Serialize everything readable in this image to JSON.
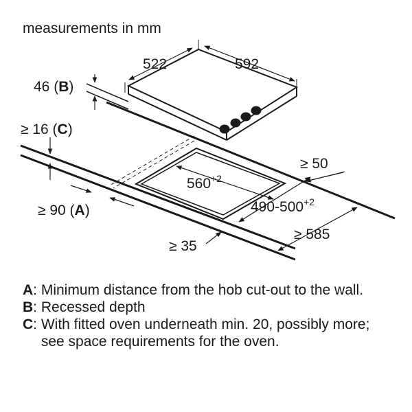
{
  "header": {
    "units": "measurements in mm"
  },
  "dimensions": {
    "hob_depth": "522",
    "hob_width": "592",
    "recessed_depth_value": "46 (",
    "recessed_depth_key": "B",
    "recessed_depth_close": ")",
    "worktop_value": "≥ 16 (",
    "worktop_key": "C",
    "worktop_close": ")",
    "wall_value": "≥ 90 (",
    "wall_key": "A",
    "wall_close": ")",
    "cutout_width": "560",
    "cutout_width_tol": "+2",
    "cutout_depth": "490-500",
    "cutout_depth_tol": "+2",
    "rear_gap": "≥ 50",
    "front_gap": "≥ 35",
    "worktop_depth": "≥ 585"
  },
  "legend": [
    {
      "key": "A",
      "text": "Minimum distance from the hob cut-out to the wall."
    },
    {
      "key": "B",
      "text": "Recessed depth"
    },
    {
      "key": "C",
      "text": "With fitted oven underneath min. 20, possibly more; see space requirements for the oven."
    }
  ],
  "colors": {
    "line": "#1a1a1a",
    "background": "#ffffff"
  }
}
